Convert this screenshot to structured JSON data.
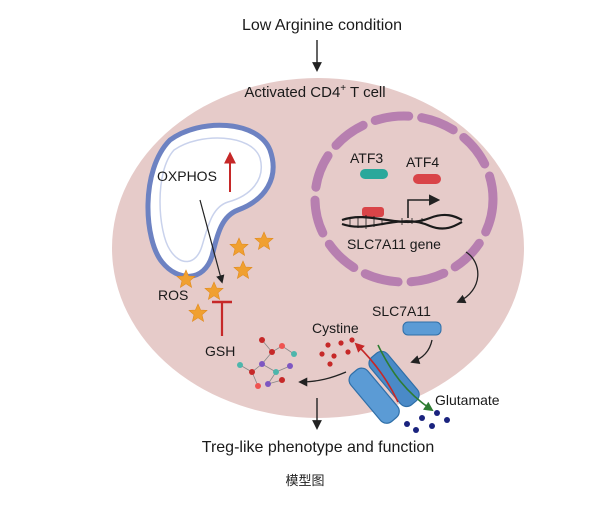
{
  "diagram": {
    "top_condition": "Low Arginine condition",
    "cell_label": "Activated CD4",
    "cell_label_sup": "+",
    "cell_label_suffix": " T cell",
    "oxphos": "OXPHOS",
    "ros": "ROS",
    "gsh": "GSH",
    "atf3": "ATF3",
    "atf4": "ATF4",
    "gene": "SLC7A11 gene",
    "transporter": "SLC7A11",
    "cystine": "Cystine",
    "glutamate": "Glutamate",
    "outcome": "Treg-like phenotype and function"
  },
  "caption": "模型图",
  "colors": {
    "cell_fill": "#e6cbc9",
    "mito_outline": "#6d82c2",
    "mito_fill": "#ffffff",
    "nucleus_segment": "#b77fb0",
    "atf3": "#2aa89b",
    "atf4": "#d94448",
    "star": "#f0a030",
    "inhibit": "#c62828",
    "channel": "#5b9bd5",
    "dot_dark": "#1a237e",
    "cystine": "#c62828"
  }
}
